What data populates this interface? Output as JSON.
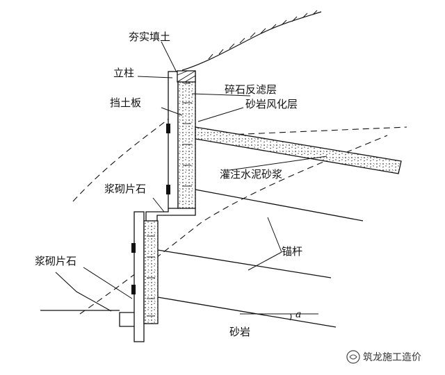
{
  "labels": {
    "compacted_fill": "夯实填土",
    "column": "立柱",
    "retaining_plate": "挡土板",
    "gravel_filter": "碎石反滤层",
    "sandstone_weathered": "砂岩风化层",
    "cement_grout": "灌注水泥砂浆",
    "masonry_upper": "浆砌片石",
    "masonry_lower": "浆砌片石",
    "anchor": "锚杆",
    "sandstone": "砂岩",
    "angle_symbol": "a"
  },
  "watermark": {
    "text": "筑龙施工造价"
  },
  "colors": {
    "line": "#111111",
    "background": "#ffffff"
  }
}
